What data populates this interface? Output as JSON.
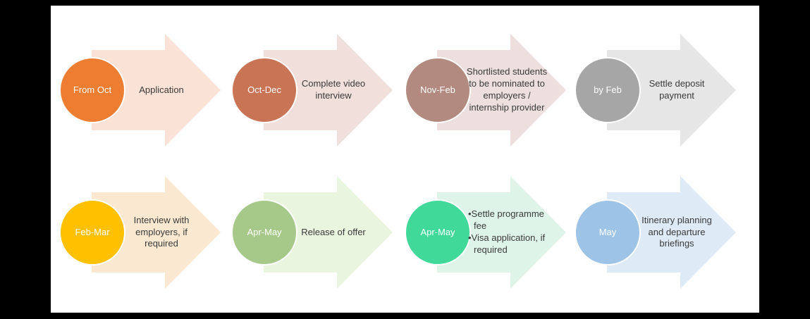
{
  "page": {
    "background_color": "#000000",
    "canvas_color": "#ffffff",
    "text_color": "#3a3a3a",
    "circle_text_color": "#ffffff"
  },
  "diagram": {
    "type": "process-timeline",
    "rows": 2,
    "columns": 4
  },
  "steps": [
    {
      "period": "From Oct",
      "description": "Application",
      "circle_color": "#ED7D31",
      "arrow_color": "#FAE2D6"
    },
    {
      "period": "Oct-Dec",
      "description": "Complete video interview",
      "circle_color": "#CA7456",
      "arrow_color": "#F0DFDA"
    },
    {
      "period": "Nov-Feb",
      "description": "Shortlisted students to be nominated to employers / internship provider",
      "circle_color": "#B28A80",
      "arrow_color": "#ECDFDD"
    },
    {
      "period": "by Feb",
      "description": "Settle deposit payment",
      "circle_color": "#A6A6A6",
      "arrow_color": "#E7E6E6"
    },
    {
      "period": "Feb-Mar",
      "description": "Interview with employers, if required",
      "circle_color": "#FFC000",
      "arrow_color": "#FBE8D1"
    },
    {
      "period": "Apr-May",
      "description": "Release of offer",
      "circle_color": "#A6C98A",
      "arrow_color": "#EAF5DF"
    },
    {
      "period": "Apr-May",
      "bullets": [
        "Settle programme fee",
        "Visa application, if required"
      ],
      "circle_color": "#40D99A",
      "arrow_color": "#DFF4E9"
    },
    {
      "period": "May",
      "description": "Itinerary planning and departure briefings",
      "circle_color": "#9DC3E6",
      "arrow_color": "#DEEBF7"
    }
  ]
}
